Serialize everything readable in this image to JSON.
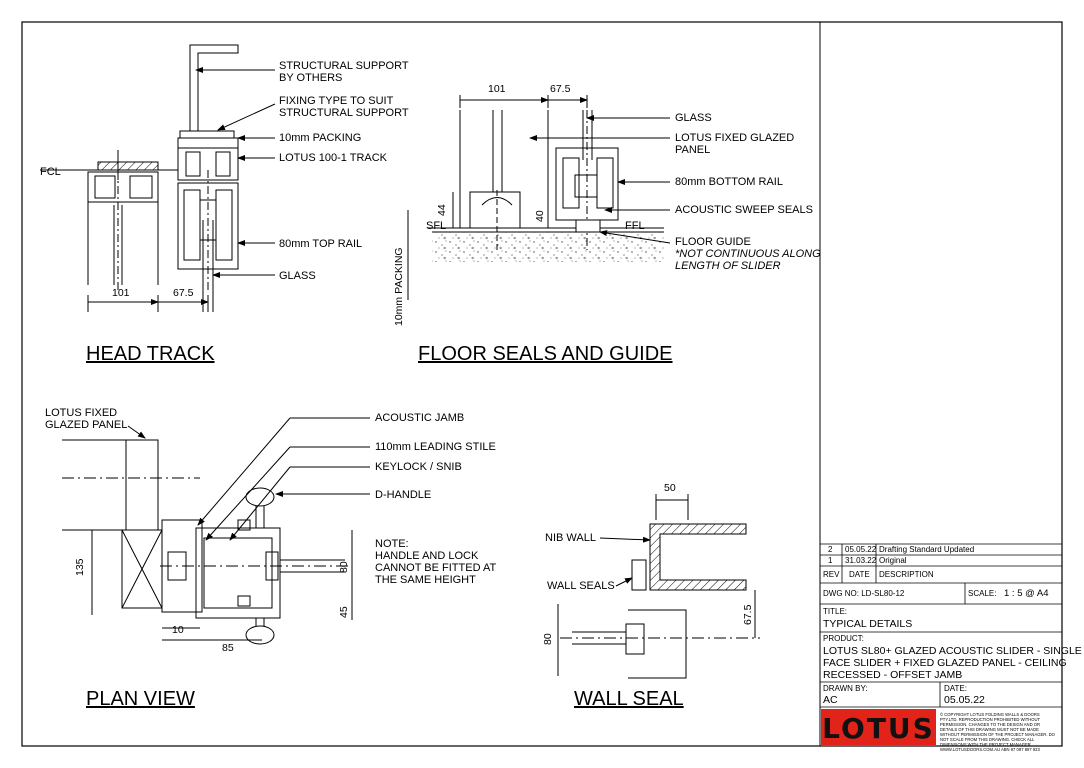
{
  "views": {
    "head_track": {
      "title": "HEAD TRACK",
      "labels": [
        "STRUCTURAL SUPPORT",
        "BY OTHERS",
        "FIXING TYPE TO SUIT",
        "STRUCTURAL SUPPORT",
        "10mm PACKING",
        "LOTUS 100-1 TRACK",
        "80mm TOP RAIL",
        "GLASS",
        "FCL"
      ],
      "dims": [
        "101",
        "67.5"
      ]
    },
    "floor_seals": {
      "title": "FLOOR SEALS AND GUIDE",
      "labels": [
        "GLASS",
        "LOTUS FIXED GLAZED",
        "PANEL",
        "80mm BOTTOM RAIL",
        "ACOUSTIC SWEEP SEALS",
        "FLOOR GUIDE",
        "*NOT CONTINUOUS ALONG",
        "LENGTH OF SLIDER",
        "SFL",
        "FFL"
      ],
      "dims": [
        "101",
        "67.5",
        "44",
        "40",
        "10mm PACKING"
      ]
    },
    "plan_view": {
      "title": "PLAN VIEW",
      "labels": [
        "LOTUS FIXED",
        "GLAZED PANEL",
        "ACOUSTIC JAMB",
        "110mm LEADING STILE",
        "KEYLOCK / SNIB",
        "D-HANDLE",
        "NOTE:",
        "HANDLE AND LOCK",
        "CANNOT BE FITTED AT",
        "THE SAME HEIGHT"
      ],
      "dims": [
        "135",
        "10",
        "85",
        "80",
        "45"
      ]
    },
    "wall_seal": {
      "title": "WALL SEAL",
      "labels": [
        "NIB WALL",
        "WALL SEALS"
      ],
      "dims": [
        "50",
        "67.5",
        "80"
      ]
    }
  },
  "title_block": {
    "revisions": [
      {
        "rev": "2",
        "date": "05.05.22",
        "description": "Drafting Standard Updated"
      },
      {
        "rev": "1",
        "date": "31.03.22",
        "description": "Original"
      }
    ],
    "rev_headers": {
      "rev": "REV",
      "date": "DATE",
      "description": "DESCRIPTION"
    },
    "dwg_no": "DWG NO: LD-SL80-12",
    "scale_label": "SCALE:",
    "scale_value": "1 : 5 @ A4",
    "title_label": "TITLE:",
    "title_value": "TYPICAL DETAILS",
    "product_label": "PRODUCT:",
    "product_lines": [
      "LOTUS SL80+ GLAZED ACOUSTIC SLIDER - SINGLE",
      "FACE SLIDER + FIXED GLAZED PANEL - CEILING",
      "RECESSED - OFFSET JAMB"
    ],
    "drawn_label": "DRAWN BY:",
    "drawn_value": "AC",
    "date_label": "DATE:",
    "date_value": "05.05.22",
    "logo": "LOTUS",
    "copyright": "© COPYRIGHT LOTUS FOLDING WALLS & DOORS PTY.LTD. REPRODUCTION PROHIBITED WITHOUT PERMISSION. CHANGES TO THE DESIGN AND OR DETAILS OF THIS DRAWING MUST NOT BE MADE WITHOUT PERMISSION OF THE PROJECT MANAGER. DO NOT SCALE FROM THIS DRAWING. CHECK ALL DIMENSIONS WITH THE PROJECT MANAGER. WWW.LOTUSDOORS.COM.AU ABN 97 097 897 923"
  },
  "colors": {
    "line": "#000000",
    "logo_bg": "#e2231a",
    "concrete": "#dddddd"
  }
}
